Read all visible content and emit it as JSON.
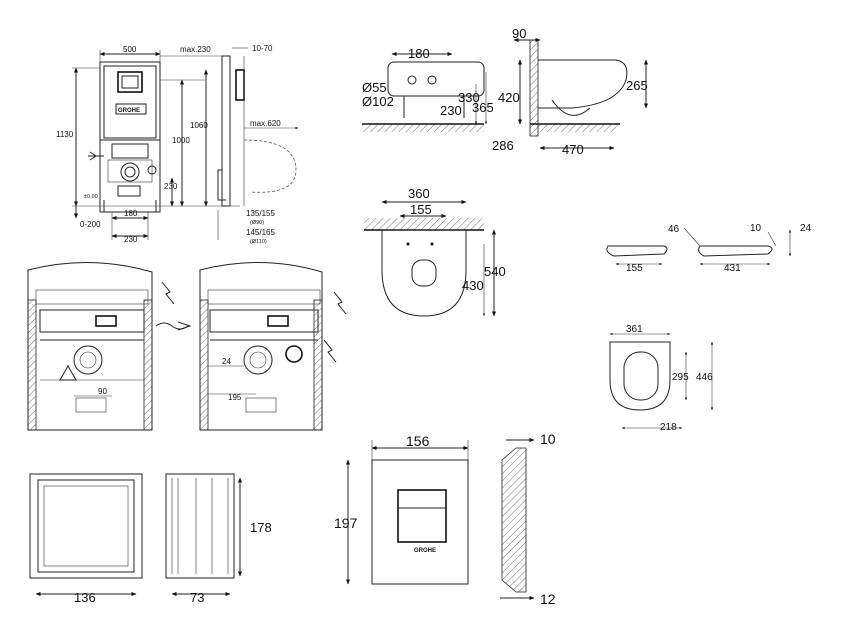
{
  "frame_view": {
    "dims": {
      "w500": "500",
      "max230": "max.230",
      "d1070": "10-70",
      "h1130": "1130",
      "h1060": "1060",
      "h1000": "1000",
      "h230": "230",
      "maxw620": "max.620",
      "d0200": "0-200",
      "d180": "180",
      "d230b": "230",
      "d135": "135/155",
      "d090": "(Ø90)",
      "d145": "145/165",
      "d0110": "(Ø110)",
      "pm00": "±0,00"
    },
    "logo": "GROHE"
  },
  "install_views": {
    "dims": {
      "d90": "90",
      "d24": "24",
      "d195": "195"
    }
  },
  "bowl_side": {
    "dims": {
      "d180": "180",
      "d55": "Ø55",
      "d102": "Ø102",
      "d330": "330",
      "d230": "230",
      "d365": "365"
    }
  },
  "bowl_profile": {
    "dims": {
      "d90": "90",
      "d420": "420",
      "d265": "265",
      "d286": "286",
      "d470": "470"
    }
  },
  "bowl_top": {
    "dims": {
      "d360": "360",
      "d155": "155",
      "d540": "540",
      "d430": "430"
    }
  },
  "seat_side": {
    "dims": {
      "d46": "46",
      "d10": "10",
      "d24": "24",
      "d155": "155",
      "d431": "431"
    }
  },
  "seat_top": {
    "dims": {
      "d361": "361",
      "d295": "295",
      "d446": "446",
      "d218": "218"
    }
  },
  "cover_frame": {
    "dims": {
      "d136": "136",
      "d73": "73",
      "d178": "178"
    }
  },
  "plate": {
    "dims": {
      "d156": "156",
      "d197": "197",
      "d10": "10",
      "d12": "12"
    },
    "logo": "GROHE"
  }
}
